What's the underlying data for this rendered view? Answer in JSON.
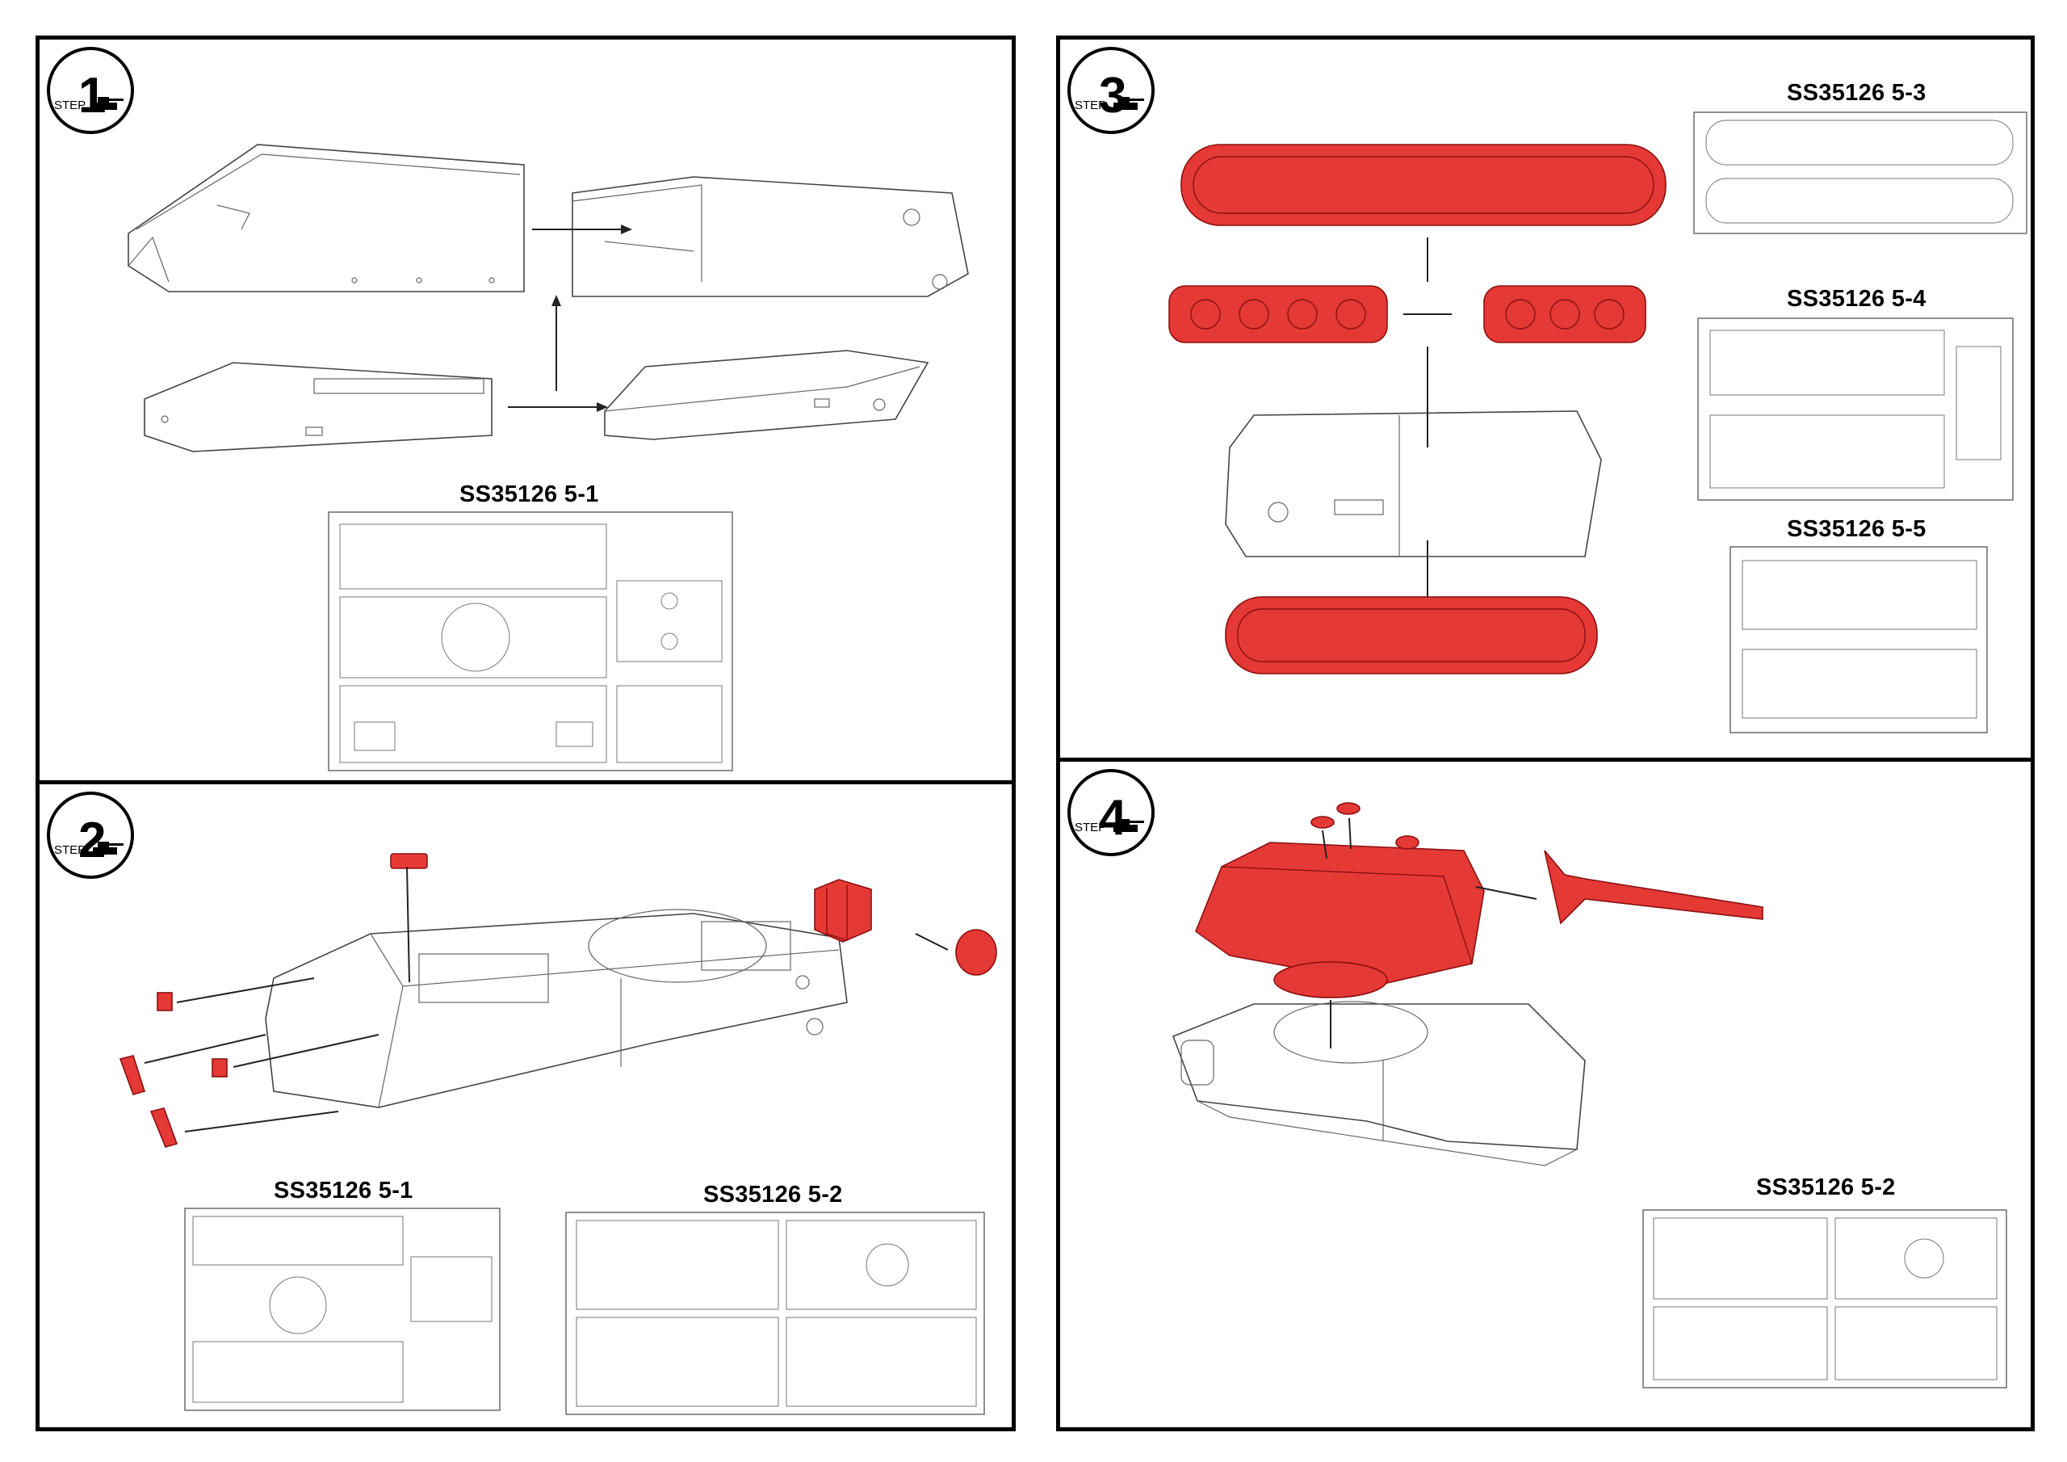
{
  "steps": [
    {
      "number": "1",
      "prefix": "STEP",
      "sprue_labels": [
        "SS35126 5-1"
      ]
    },
    {
      "number": "2",
      "prefix": "STEP",
      "sprue_labels": [
        "SS35126 5-1",
        "SS35126 5-2"
      ]
    },
    {
      "number": "3",
      "prefix": "STEP",
      "sprue_labels": [
        "SS35126 5-3",
        "SS35126 5-4",
        "SS35126 5-5"
      ]
    },
    {
      "number": "4",
      "prefix": "STEP",
      "sprue_labels": [
        "SS35126 5-2"
      ]
    }
  ],
  "colors": {
    "highlight": "#e53935",
    "line": "#444444",
    "border": "#000000"
  },
  "icons": [
    "step-badge-icon",
    "tank-silhouette-icon"
  ]
}
